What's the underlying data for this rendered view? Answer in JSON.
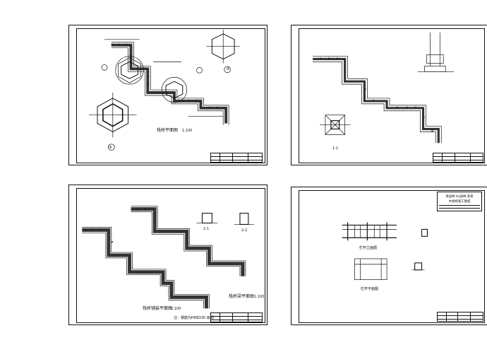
{
  "sheets": [
    {
      "title": "栈桥平面图",
      "scale": "1:100",
      "marks": [
        "①",
        "②"
      ],
      "titleblock": [
        "",
        "",
        "",
        ""
      ]
    },
    {
      "section_label": "1-1",
      "titleblock": [
        "",
        "",
        "",
        ""
      ]
    },
    {
      "title_left": "栈桥铺装平面图",
      "scale_left": "1:100",
      "title_right": "栈桥梁平面图",
      "scale_right": "1:100",
      "note": "注：钢筋为HRB335 级钢",
      "detail_labels": [
        "1-1",
        "2-2"
      ],
      "titleblock": [
        "",
        "",
        "",
        ""
      ]
    },
    {
      "title_box": [
        "某园林  Xx园林  某某",
        "木栈桥施工图纸",
        "",
        ""
      ],
      "detail_labels": [
        "栏杆立面图",
        "栏杆平面图"
      ],
      "titleblock": [
        "",
        "",
        "",
        ""
      ]
    }
  ]
}
